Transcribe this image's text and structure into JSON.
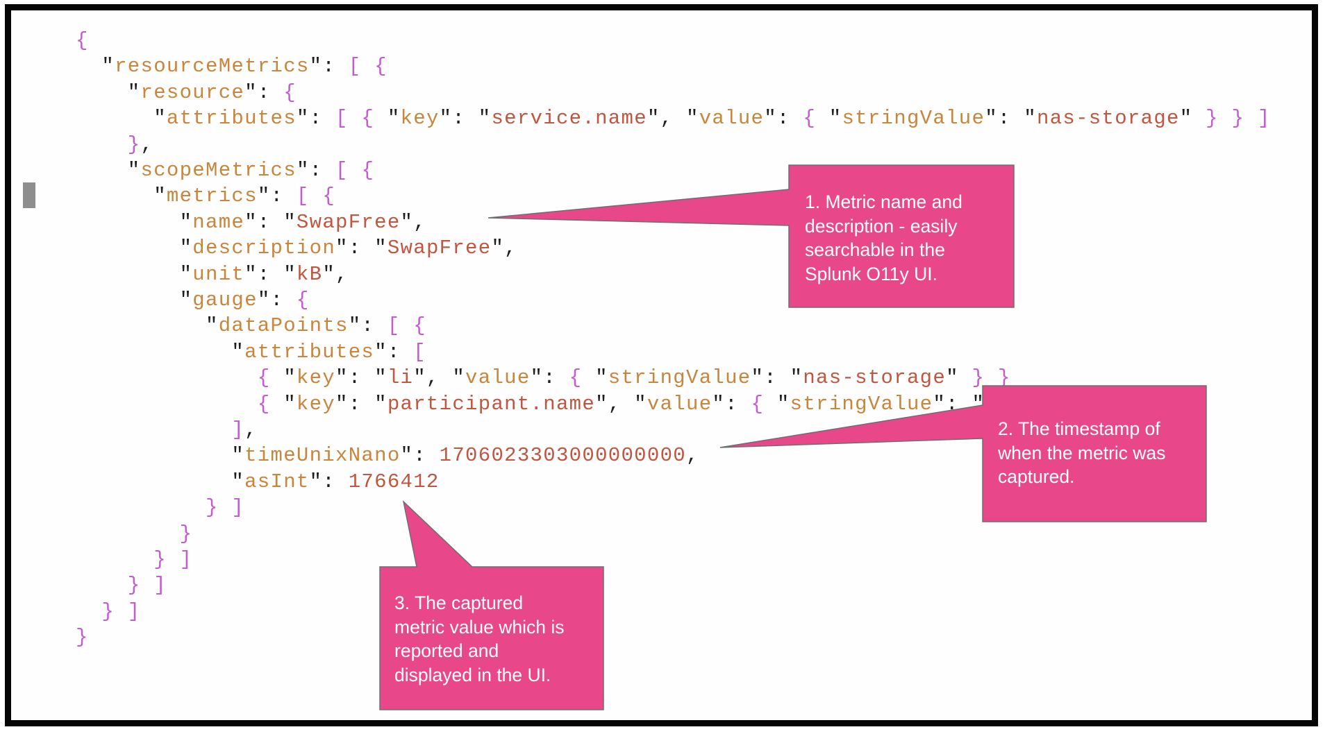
{
  "code_lines": [
    {
      "indent": 0,
      "tokens": [
        {
          "t": "{",
          "c": "b"
        }
      ]
    },
    {
      "indent": 1,
      "tokens": [
        {
          "t": "\"",
          "c": "p"
        },
        {
          "t": "resourceMetrics",
          "c": "k"
        },
        {
          "t": "\": ",
          "c": "p"
        },
        {
          "t": "[ {",
          "c": "b"
        }
      ]
    },
    {
      "indent": 2,
      "tokens": [
        {
          "t": "\"",
          "c": "p"
        },
        {
          "t": "resource",
          "c": "k"
        },
        {
          "t": "\": ",
          "c": "p"
        },
        {
          "t": "{",
          "c": "b"
        }
      ]
    },
    {
      "indent": 3,
      "tokens": [
        {
          "t": "\"",
          "c": "p"
        },
        {
          "t": "attributes",
          "c": "k"
        },
        {
          "t": "\": ",
          "c": "p"
        },
        {
          "t": "[ { ",
          "c": "b"
        },
        {
          "t": "\"",
          "c": "p"
        },
        {
          "t": "key",
          "c": "k"
        },
        {
          "t": "\": \"",
          "c": "p"
        },
        {
          "t": "service.name",
          "c": "s"
        },
        {
          "t": "\", \"",
          "c": "p"
        },
        {
          "t": "value",
          "c": "k"
        },
        {
          "t": "\": ",
          "c": "p"
        },
        {
          "t": "{ ",
          "c": "b"
        },
        {
          "t": "\"",
          "c": "p"
        },
        {
          "t": "stringValue",
          "c": "k"
        },
        {
          "t": "\": \"",
          "c": "p"
        },
        {
          "t": "nas-storage",
          "c": "s"
        },
        {
          "t": "\" ",
          "c": "p"
        },
        {
          "t": "} } ]",
          "c": "b"
        }
      ]
    },
    {
      "indent": 2,
      "tokens": [
        {
          "t": "}",
          "c": "b"
        },
        {
          "t": ",",
          "c": "p"
        }
      ]
    },
    {
      "indent": 2,
      "tokens": [
        {
          "t": "\"",
          "c": "p"
        },
        {
          "t": "scopeMetrics",
          "c": "k"
        },
        {
          "t": "\": ",
          "c": "p"
        },
        {
          "t": "[ {",
          "c": "b"
        }
      ]
    },
    {
      "indent": 3,
      "tokens": [
        {
          "t": "\"",
          "c": "p"
        },
        {
          "t": "metrics",
          "c": "k"
        },
        {
          "t": "\": ",
          "c": "p"
        },
        {
          "t": "[ {",
          "c": "b"
        }
      ]
    },
    {
      "indent": 4,
      "tokens": [
        {
          "t": "\"",
          "c": "p"
        },
        {
          "t": "name",
          "c": "k"
        },
        {
          "t": "\": \"",
          "c": "p"
        },
        {
          "t": "SwapFree",
          "c": "s"
        },
        {
          "t": "\",",
          "c": "p"
        }
      ]
    },
    {
      "indent": 4,
      "tokens": [
        {
          "t": "\"",
          "c": "p"
        },
        {
          "t": "description",
          "c": "k"
        },
        {
          "t": "\": \"",
          "c": "p"
        },
        {
          "t": "SwapFree",
          "c": "s"
        },
        {
          "t": "\",",
          "c": "p"
        }
      ]
    },
    {
      "indent": 4,
      "tokens": [
        {
          "t": "\"",
          "c": "p"
        },
        {
          "t": "unit",
          "c": "k"
        },
        {
          "t": "\": \"",
          "c": "p"
        },
        {
          "t": "kB",
          "c": "s"
        },
        {
          "t": "\",",
          "c": "p"
        }
      ]
    },
    {
      "indent": 4,
      "tokens": [
        {
          "t": "\"",
          "c": "p"
        },
        {
          "t": "gauge",
          "c": "k"
        },
        {
          "t": "\": ",
          "c": "p"
        },
        {
          "t": "{",
          "c": "b"
        }
      ]
    },
    {
      "indent": 5,
      "tokens": [
        {
          "t": "\"",
          "c": "p"
        },
        {
          "t": "dataPoints",
          "c": "k"
        },
        {
          "t": "\": ",
          "c": "p"
        },
        {
          "t": "[ {",
          "c": "b"
        }
      ]
    },
    {
      "indent": 6,
      "tokens": [
        {
          "t": "\"",
          "c": "p"
        },
        {
          "t": "attributes",
          "c": "k"
        },
        {
          "t": "\": ",
          "c": "p"
        },
        {
          "t": "[",
          "c": "b"
        }
      ]
    },
    {
      "indent": 7,
      "tokens": [
        {
          "t": "{ ",
          "c": "b"
        },
        {
          "t": "\"",
          "c": "p"
        },
        {
          "t": "key",
          "c": "k"
        },
        {
          "t": "\": \"",
          "c": "p"
        },
        {
          "t": "li",
          "c": "s"
        },
        {
          "t": "\", \"",
          "c": "p"
        },
        {
          "t": "value",
          "c": "k"
        },
        {
          "t": "\": ",
          "c": "p"
        },
        {
          "t": "{ ",
          "c": "b"
        },
        {
          "t": "\"",
          "c": "p"
        },
        {
          "t": "stringValue",
          "c": "k"
        },
        {
          "t": "\": \"",
          "c": "p"
        },
        {
          "t": "nas-storage",
          "c": "s"
        },
        {
          "t": "\" ",
          "c": "p"
        },
        {
          "t": "} }",
          "c": "b"
        }
      ]
    },
    {
      "indent": 7,
      "tokens": [
        {
          "t": "{ ",
          "c": "b"
        },
        {
          "t": "\"",
          "c": "p"
        },
        {
          "t": "key",
          "c": "k"
        },
        {
          "t": "\": \"",
          "c": "p"
        },
        {
          "t": "participant.name",
          "c": "s"
        },
        {
          "t": "\", \"",
          "c": "p"
        },
        {
          "t": "value",
          "c": "k"
        },
        {
          "t": "\": ",
          "c": "p"
        },
        {
          "t": "{ ",
          "c": "b"
        },
        {
          "t": "\"",
          "c": "p"
        },
        {
          "t": "stringValue",
          "c": "k"
        },
        {
          "t": "\": \"",
          "c": "p"
        }
      ]
    },
    {
      "indent": 6,
      "tokens": [
        {
          "t": "]",
          "c": "b"
        },
        {
          "t": ",",
          "c": "p"
        }
      ]
    },
    {
      "indent": 6,
      "tokens": [
        {
          "t": "\"",
          "c": "p"
        },
        {
          "t": "timeUnixNano",
          "c": "k"
        },
        {
          "t": "\": ",
          "c": "p"
        },
        {
          "t": "1706023303000000000",
          "c": "n"
        },
        {
          "t": ",",
          "c": "p"
        }
      ]
    },
    {
      "indent": 6,
      "tokens": [
        {
          "t": "\"",
          "c": "p"
        },
        {
          "t": "asInt",
          "c": "k"
        },
        {
          "t": "\": ",
          "c": "p"
        },
        {
          "t": "1766412",
          "c": "n"
        }
      ]
    },
    {
      "indent": 5,
      "tokens": [
        {
          "t": "} ]",
          "c": "b"
        }
      ]
    },
    {
      "indent": 4,
      "tokens": [
        {
          "t": "}",
          "c": "b"
        }
      ]
    },
    {
      "indent": 3,
      "tokens": [
        {
          "t": "} ]",
          "c": "b"
        }
      ]
    },
    {
      "indent": 2,
      "tokens": [
        {
          "t": "} ]",
          "c": "b"
        }
      ]
    },
    {
      "indent": 1,
      "tokens": [
        {
          "t": "} ]",
          "c": "b"
        }
      ]
    },
    {
      "indent": 0,
      "tokens": [
        {
          "t": "}",
          "c": "b"
        }
      ]
    }
  ],
  "callouts": [
    {
      "lines": [
        "1. Metric name and",
        "description - easily",
        "searchable in the",
        "Splunk O11y UI."
      ]
    },
    {
      "lines": [
        "2. The timestamp of",
        "when the metric was",
        "captured."
      ]
    },
    {
      "lines": [
        "3. The captured",
        "metric value which is",
        "reported and",
        "displayed in the UI."
      ]
    }
  ],
  "colors": {
    "callout_fill": "#e8478a",
    "callout_border": "#6e6e6e",
    "json_key": "#c8853b",
    "json_string": "#c0563f",
    "json_bracket": "#c25ccf",
    "frame_border": "#050505"
  }
}
